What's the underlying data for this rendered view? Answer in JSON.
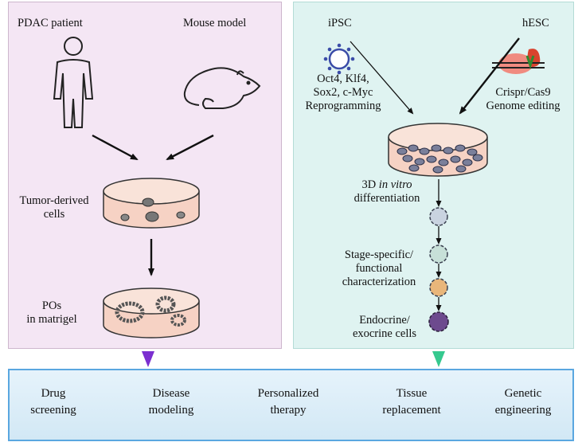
{
  "left": {
    "source_patient": "PDAC patient",
    "source_mouse": "Mouse model",
    "tumor_cells": [
      "Tumor-derived",
      "cells"
    ],
    "pos": [
      "POs",
      "in matrigel"
    ]
  },
  "right": {
    "ipsc": "iPSC",
    "hesc": "hESC",
    "reprogramming": [
      "Oct4, Klf4,",
      "Sox2, c-Myc",
      "Reprogramming"
    ],
    "genome_editing": [
      "Crispr/Cas9",
      "Genome editing"
    ],
    "differentiation_prefix": "3D ",
    "differentiation_italic": "in vitro",
    "differentiation_line2": "differentiation",
    "characterization": [
      "Stage-specific/",
      "functional",
      "characterization"
    ],
    "endocrine": [
      "Endocrine/",
      "exocrine cells"
    ]
  },
  "applications": [
    [
      "Drug",
      "screening"
    ],
    [
      "Disease",
      "modeling"
    ],
    [
      "Personalized",
      "therapy"
    ],
    [
      "Tissue",
      "replacement"
    ],
    [
      "Genetic",
      "engineering"
    ]
  ],
  "colors": {
    "left_panel": "#f4e6f4",
    "right_panel": "#dff3f1",
    "left_marker": "#7b2fd0",
    "right_marker": "#36c98f",
    "bar_border": "#5aa7e0",
    "dish_fill": "#f6d2c4"
  }
}
